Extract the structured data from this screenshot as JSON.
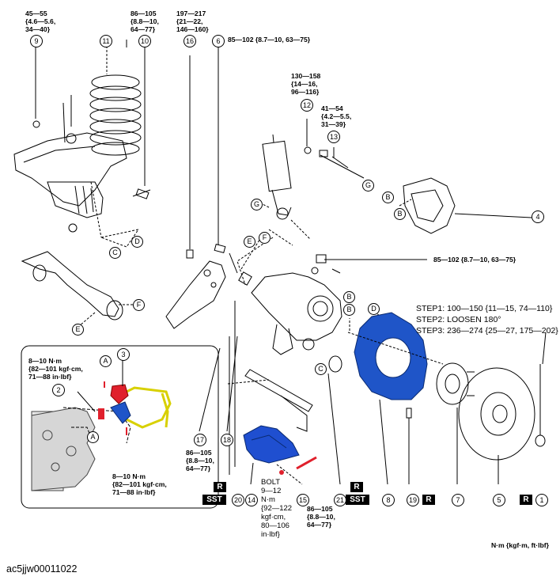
{
  "image_id": "ac5jjw00011022",
  "units_note": "N·m {kgf·m, ft·lbf}",
  "torques": {
    "t9": "45—55\n{4.6—5.6,\n34—40}",
    "t10": "86—105\n{8.8—10,\n64—77}",
    "t16": "197—217\n{21—22,\n146—160}",
    "t6": "85—102 {8.7—10, 63—75}",
    "t12": "130—158\n{14—16,\n96—116}",
    "t13": "41—54\n{4.2—5.5,\n31—39}",
    "tright": "85—102 {8.7—10, 63—75}",
    "t17": "86—105\n{8.8—10,\n64—77}",
    "t15": "86—105\n{8.8—10,\n64—77}",
    "tbolt": "BOLT\n9—12\nN·m\n{92—122\nkgf·cm,\n80—106\nin·lbf}",
    "tinset1": "8—10 N·m\n{82—101 kgf·cm,\n71—88 in·lbf}",
    "tinset2": "8—10 N·m\n{82—101 kgf·cm,\n71—88 in·lbf}"
  },
  "steps": {
    "s1": "STEP1: 100—150 {11—15, 74—110}",
    "s2": "STEP2: LOOSEN 180°",
    "s3": "STEP3: 236—274 {25—27, 175—202}"
  },
  "part_numbers": [
    "1",
    "2",
    "3",
    "4",
    "5",
    "6",
    "7",
    "8",
    "9",
    "10",
    "11",
    "12",
    "13",
    "14",
    "15",
    "16",
    "17",
    "18",
    "19",
    "20",
    "21"
  ],
  "badges": {
    "r": "R",
    "sst": "SST"
  },
  "letters": {
    "a": "A",
    "b": "B",
    "c": "C",
    "d": "D",
    "e": "E",
    "f": "F",
    "g": "G"
  },
  "colors": {
    "shield_blue": "#1f55c8",
    "bracket_blue": "#1f4fd0",
    "bolt_red": "#e0202c",
    "hose_yellow": "#d8d000"
  }
}
